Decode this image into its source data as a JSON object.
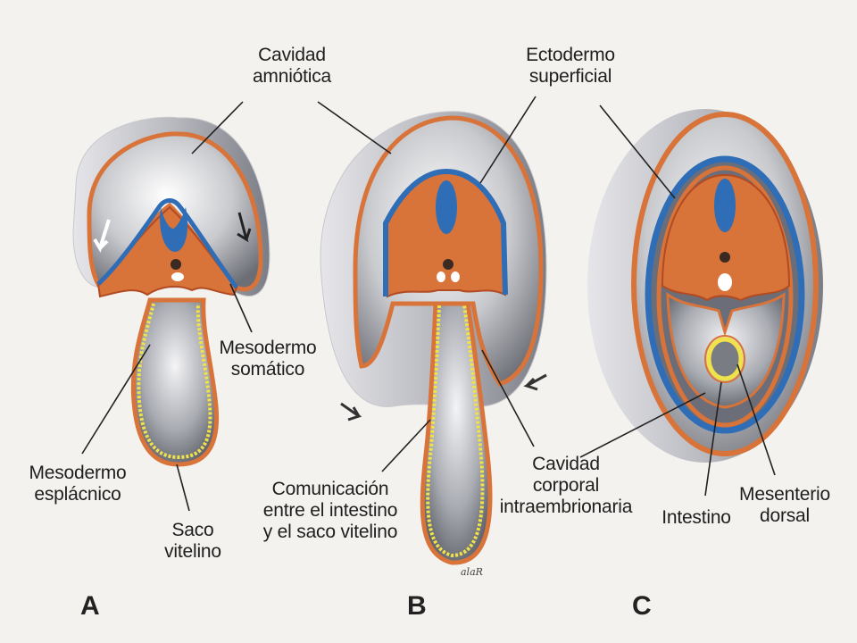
{
  "labels": {
    "cavidad_amniotica": "Cavidad\namniótica",
    "ectodermo_superficial": "Ectodermo\nsuperficial",
    "mesodermo_somatico": "Mesodermo\nsomático",
    "mesodermo_esplacnico": "Mesodermo\nesplácnico",
    "saco_vitelino": "Saco\nvitelino",
    "comunicacion": "Comunicación\nentre el intestino\ny el saco vitelino",
    "cavidad_corporal": "Cavidad\ncorporal\nintraembrionaria",
    "intestino": "Intestino",
    "mesenterio_dorsal": "Mesenterio\ndorsal"
  },
  "panels": {
    "a": "A",
    "b": "B",
    "c": "C"
  },
  "signature": "alaR",
  "colors": {
    "mesoderm": "#d8733a",
    "ectoderm": "#2f6eb6",
    "endoderm": "#f0e24a",
    "cavity_gray": "#8c8e96",
    "outline": "#b24a22",
    "background": "#f3f2ee"
  }
}
